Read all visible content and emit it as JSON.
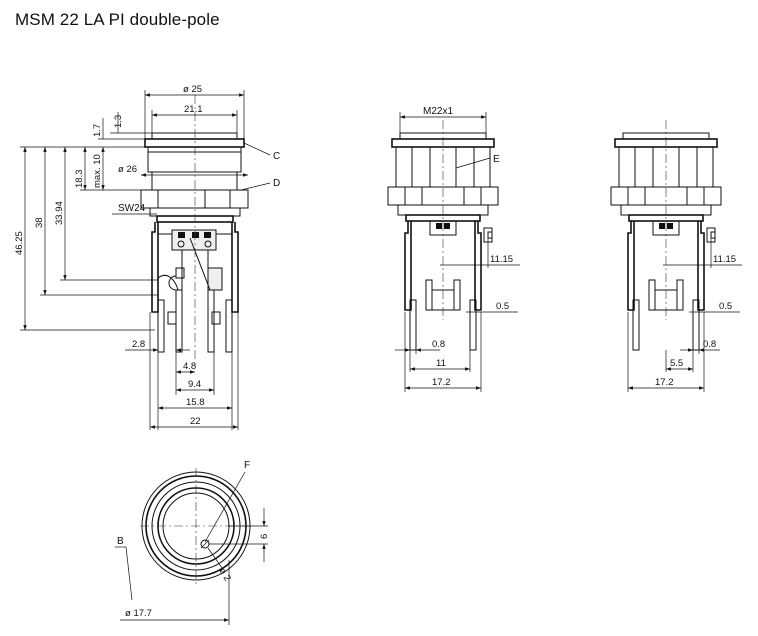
{
  "title": "MSM 22 LA PI double-pole",
  "labels": {
    "C": "C",
    "D": "D",
    "E": "E",
    "F": "F",
    "B": "B",
    "SW": "SW24",
    "M": "M22x1"
  },
  "dims_side": {
    "d25": "ø 25",
    "w211": "21.1",
    "d26": "ø 26",
    "h17": "1.7",
    "h13": "1.3",
    "max10": "max. 10",
    "h183": "18.3",
    "h3394": "33.94",
    "h38": "38",
    "h4625": "46.25",
    "w28": "2.8",
    "w48": "4.8",
    "w94": "9.4",
    "w158": "15.8",
    "w22": "22"
  },
  "dims_mid": {
    "h1115": "11.15",
    "w05": "0.5",
    "w08": "0.8",
    "w11": "11",
    "w172": "17.2"
  },
  "dims_right": {
    "h1115": "11.15",
    "w05": "0.5",
    "w08": "0.8",
    "w55": "5.5",
    "w172": "17.2"
  },
  "dims_bottom": {
    "h6": "6",
    "d2": "ø 2",
    "d177": "ø 17.7"
  }
}
